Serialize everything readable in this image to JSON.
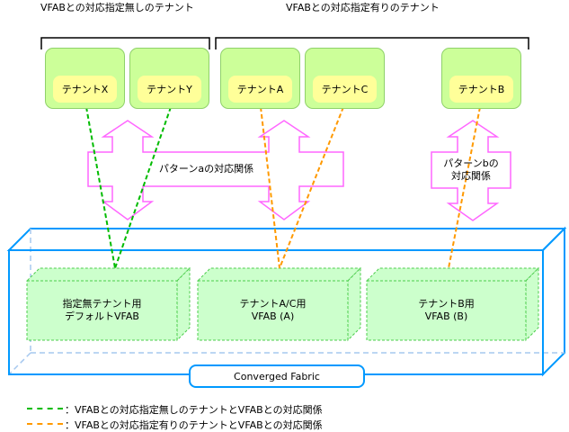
{
  "headers": {
    "without": "VFABとの対応指定無しのテナント",
    "with": "VFABとの対応指定有りのテナント"
  },
  "tenants": [
    {
      "id": "x",
      "label": "テナントX"
    },
    {
      "id": "y",
      "label": "テナントY"
    },
    {
      "id": "a",
      "label": "テナントA"
    },
    {
      "id": "c",
      "label": "テナントC"
    },
    {
      "id": "b",
      "label": "テナントB"
    }
  ],
  "relations": {
    "pattern_a": "パターンaの対応関係",
    "pattern_b_line1": "パターンbの",
    "pattern_b_line2": "対応関係"
  },
  "vfabs": [
    {
      "id": "default",
      "line1": "指定無テナント用",
      "line2": "デフォルトVFAB"
    },
    {
      "id": "a",
      "line1": "テナントA/C用",
      "line2": "VFAB (A)"
    },
    {
      "id": "b",
      "line1": "テナントB用",
      "line2": "VFAB (B)"
    }
  ],
  "fabric_label": "Converged Fabric",
  "legend": [
    {
      "text": "：VFABとの対応指定無しのテナントとVFABとの対応関係",
      "color": "#00bb00"
    },
    {
      "text": "：VFABとの対応指定有りのテナントとVFABとの対応関係",
      "color": "#ff9900"
    }
  ],
  "colors": {
    "tenant_outer": "#ccff99",
    "tenant_inner": "#ffff99",
    "relation_arrow": "#ff66ff",
    "fabric_outline": "#0099ff",
    "vfab_fill": "#ccffcc"
  }
}
